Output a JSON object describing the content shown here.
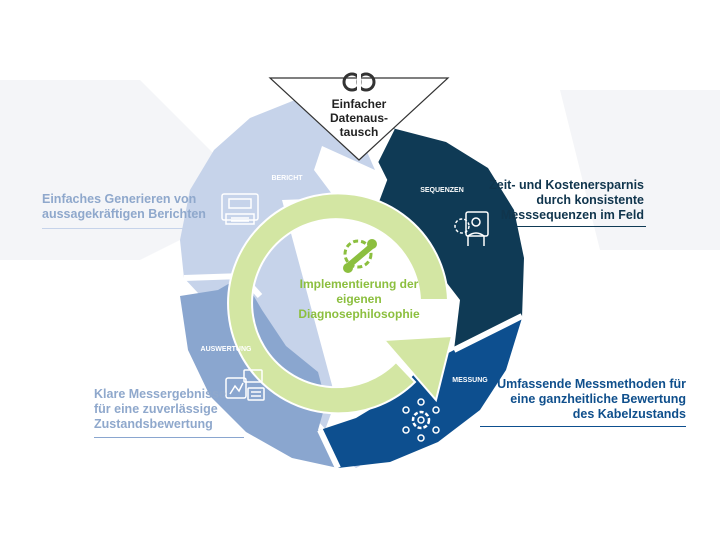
{
  "top_label": [
    "Einfacher",
    "Datenaus-",
    "tausch"
  ],
  "center_label": [
    "Implementierung der",
    "eigenen",
    "Diagnosephilosophie"
  ],
  "segments": {
    "bericht": "BERICHT",
    "sequenzen": "SEQUENZEN",
    "messung": "MESSUNG",
    "auswertung": "AUSWERTUNG"
  },
  "callouts": {
    "bericht": [
      "Einfaches Generieren von",
      "aussagekräftigen Berichten"
    ],
    "sequenzen": [
      "Zeit- und Kostenersparnis",
      "durch konsistente",
      "Messsequenzen im Feld"
    ],
    "messung": [
      "Umfassende Messmethoden für",
      "eine ganzheitliche Bewertung",
      "des Kabelzustands"
    ],
    "auswertung": [
      "Klare Messergebnisse",
      "für eine zuverlässige",
      "Zustandsbewertung"
    ]
  },
  "colors": {
    "bericht": "#c6d3ea",
    "sequenzen": "#0f3a55",
    "messung": "#0d4f8f",
    "auswertung": "#8aa6cf",
    "center_ring": "#d3e6a3",
    "center_text": "#8cbf3f"
  },
  "icons": {
    "top": "sync-link-icon",
    "bericht": "printer-report-icon",
    "sequenzen": "person-gear-icon",
    "messung": "network-gear-icon",
    "auswertung": "charts-icon",
    "center": "gear-wrench-icon"
  }
}
